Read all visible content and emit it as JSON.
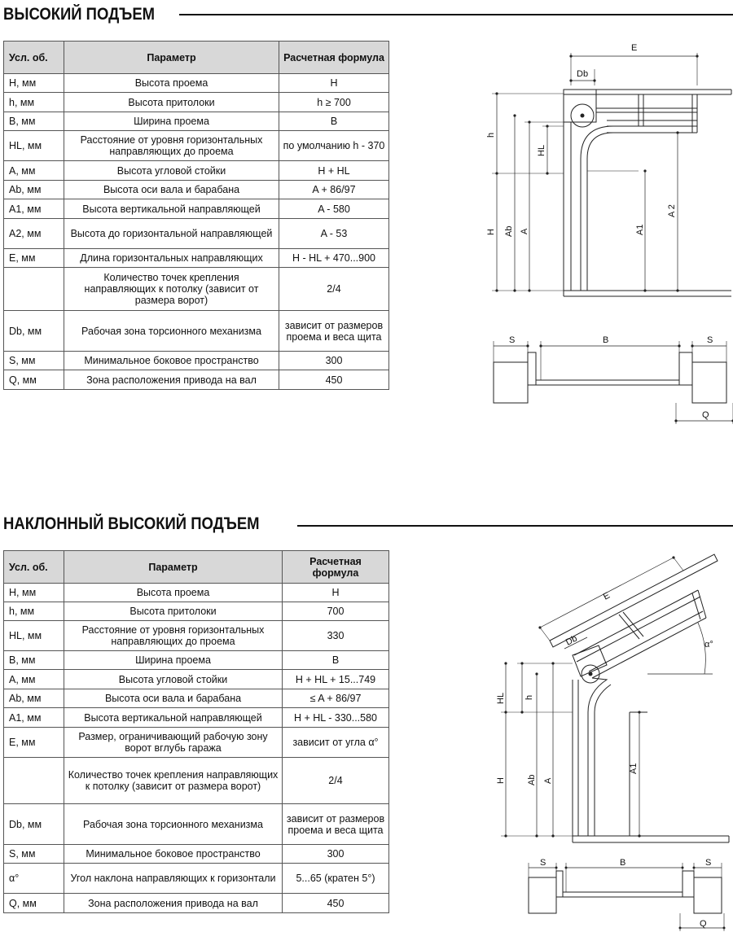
{
  "section1": {
    "title": "ВЫСОКИЙ ПОДЪЕМ",
    "headers": [
      "Усл. об.",
      "Параметр",
      "Расчетная формула"
    ],
    "rows": [
      [
        "H, мм",
        "Высота проема",
        "H"
      ],
      [
        "h, мм",
        "Высота притолоки",
        "h ≥ 700"
      ],
      [
        "B, мм",
        "Ширина проема",
        "B"
      ],
      [
        "HL, мм",
        "Расстояние от уровня горизонтальных направляющих до проема",
        "по умолчанию h - 370"
      ],
      [
        "A, мм",
        "Высота угловой стойки",
        "H + HL"
      ],
      [
        "Ab, мм",
        "Высота оси вала и барабана",
        "A + 86/97"
      ],
      [
        "A1, мм",
        "Высота вертикальной направляющей",
        "A - 580"
      ],
      [
        "A2, мм",
        "Высота до горизонтальной направляющей",
        "A - 53"
      ],
      [
        "E, мм",
        "Длина горизонтальных направляющих",
        "H - HL + 470...900"
      ],
      [
        "",
        "Количество точек крепления направляющих к потолку (зависит от размера ворот)",
        "2/4"
      ],
      [
        "Db, мм",
        "Рабочая зона торсионного механизма",
        "зависит от размеров проема и веса щита"
      ],
      [
        "S, мм",
        "Минимальное боковое пространство",
        "300"
      ],
      [
        "Q, мм",
        "Зона расположения привода на вал",
        "450"
      ]
    ],
    "diagram_labels": {
      "E": "E",
      "Db": "Db",
      "h": "h",
      "HL": "HL",
      "H": "H",
      "Ab": "Ab",
      "A": "A",
      "A1": "A1",
      "A2": "A 2"
    },
    "plan_labels": {
      "S1": "S",
      "B": "B",
      "S2": "S",
      "Q": "Q"
    }
  },
  "section2": {
    "title": "НАКЛОННЫЙ ВЫСОКИЙ ПОДЪЕМ",
    "headers": [
      "Усл. об.",
      "Параметр",
      "Расчетная формула"
    ],
    "rows": [
      [
        "H, мм",
        "Высота проема",
        "H"
      ],
      [
        "h, мм",
        "Высота притолоки",
        "700"
      ],
      [
        "HL, мм",
        "Расстояние от уровня горизонтальных направляющих до проема",
        "330"
      ],
      [
        "B, мм",
        "Ширина проема",
        "B"
      ],
      [
        "A, мм",
        "Высота угловой стойки",
        "H + HL + 15...749"
      ],
      [
        "Ab, мм",
        "Высота оси вала и барабана",
        "≤ A + 86/97"
      ],
      [
        "A1, мм",
        "Высота вертикальной направляющей",
        "H + HL - 330...580"
      ],
      [
        "E, мм",
        "Размер, ограничивающий рабочую зону ворот вглубь гаража",
        "зависит от угла α°"
      ],
      [
        "",
        "Количество точек крепления направляющих к потолку (зависит от размера ворот)",
        "2/4"
      ],
      [
        "Db, мм",
        "Рабочая зона торсионного механизма",
        "зависит от размеров проема и веса щита"
      ],
      [
        "S, мм",
        "Минимальное боковое пространство",
        "300"
      ],
      [
        "α°",
        "Угол наклона направляющих к горизонтали",
        "5...65 (кратен 5°)"
      ],
      [
        "Q, мм",
        "Зона расположения привода на вал",
        "450"
      ]
    ],
    "diagram_labels": {
      "E": "E",
      "Db": "Db",
      "alpha": "α°",
      "HL": "HL",
      "h": "h",
      "H": "H",
      "Ab": "Ab",
      "A": "A",
      "A1": "A1"
    },
    "plan_labels": {
      "S1": "S",
      "B": "B",
      "S2": "S",
      "Q": "Q"
    }
  }
}
